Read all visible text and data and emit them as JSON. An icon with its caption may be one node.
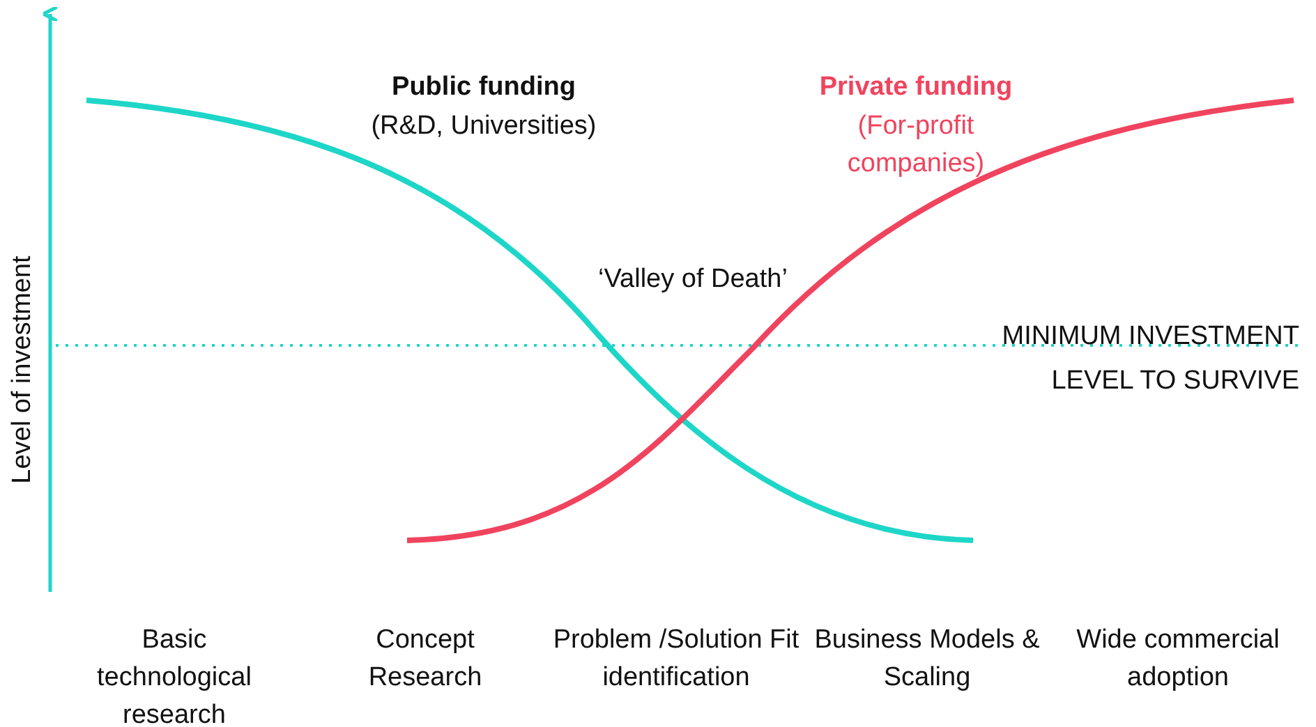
{
  "diagram": {
    "labels": [
      "Public funding",
      "(R&D, Universities)",
      "Private funding",
      "(For-profit companies)",
      "‘Valley of Death’",
      "MINIMUM INVESTMENT LEVEL TO SURVIVE",
      "Level of investment",
      "Basic technological research",
      "Concept Research",
      "Problem /Solution Fit identification",
      "Business Models & Scaling",
      "Wide commercial adoption"
    ]
  }
}
